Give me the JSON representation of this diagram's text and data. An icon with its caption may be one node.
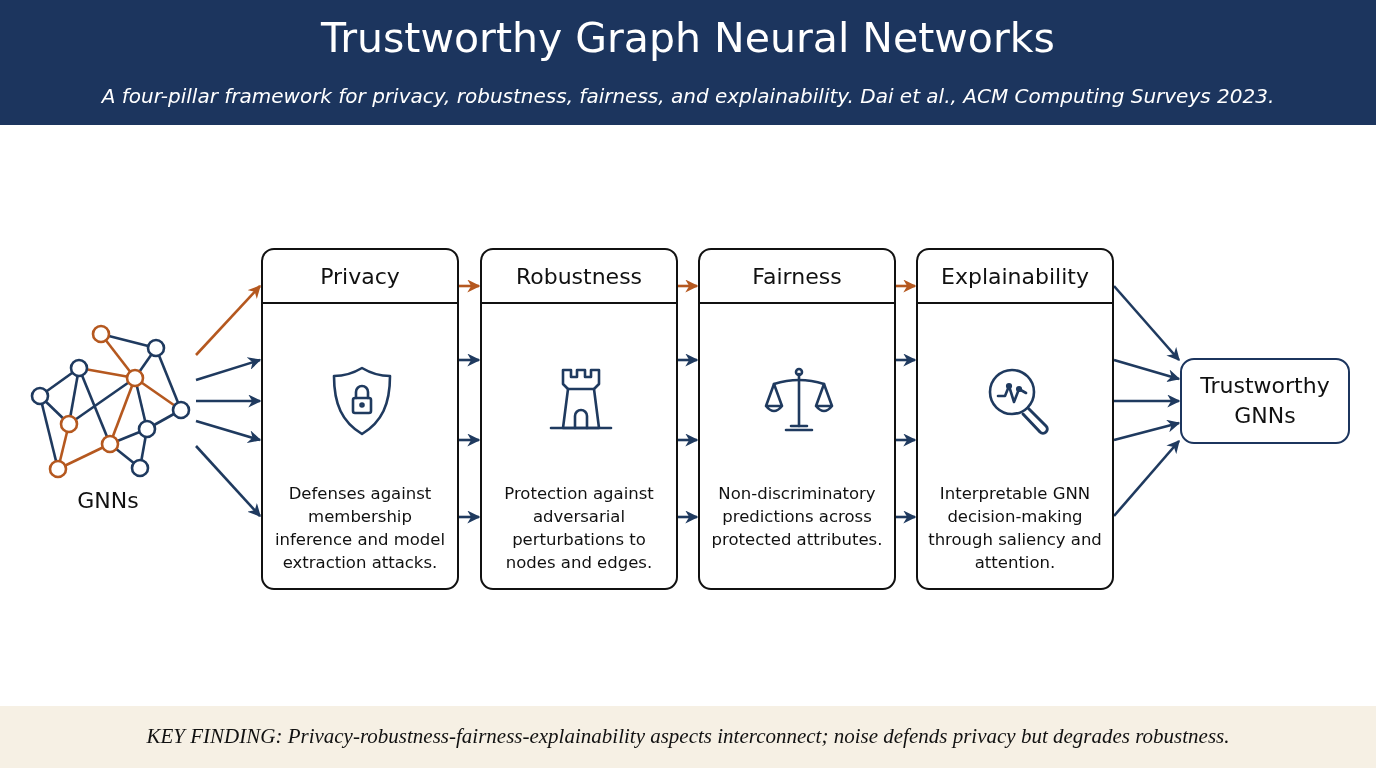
{
  "diagram": {
    "title": "Trustworthy Graph Neural Networks",
    "nodes": [
      {
        "text": [
          "GNNs"
        ]
      },
      {
        "text": [
          "Privacy",
          "Defenses against membership inference and model extraction attacks."
        ]
      },
      {
        "text": [
          "Robustness",
          "Protection against adversarial perturbations to nodes and edges."
        ]
      },
      {
        "text": [
          "Fairness",
          "Non-discriminatory predictions across protected attributes."
        ]
      },
      {
        "text": [
          "Explainability",
          "Interpretable GNN decision-making through saliency and attention."
        ]
      },
      {
        "text": [
          "Trustworthy GNNs"
        ]
      }
    ],
    "edges": [
      {
        "from": 0,
        "to": 1,
        "arrow": "to",
        "color": "#b5581f"
      },
      {
        "from": 0,
        "to": 1,
        "arrow": "to"
      },
      {
        "from": 0,
        "to": 1,
        "arrow": "to"
      },
      {
        "from": 0,
        "to": 1,
        "arrow": "to"
      },
      {
        "from": 0,
        "to": 1,
        "arrow": "to"
      },
      {
        "from": 1,
        "to": 2,
        "arrow": "to",
        "color": "#b5581f"
      },
      {
        "from": 1,
        "to": 2,
        "arrow": "to"
      },
      {
        "from": 1,
        "to": 2,
        "arrow": "to"
      },
      {
        "from": 1,
        "to": 2,
        "arrow": "to"
      },
      {
        "from": 2,
        "to": 3,
        "arrow": "to",
        "color": "#b5581f"
      },
      {
        "from": 2,
        "to": 3,
        "arrow": "to"
      },
      {
        "from": 2,
        "to": 3,
        "arrow": "to"
      },
      {
        "from": 2,
        "to": 3,
        "arrow": "to"
      },
      {
        "from": 3,
        "to": 4,
        "arrow": "to",
        "color": "#b5581f"
      },
      {
        "from": 3,
        "to": 4,
        "arrow": "to"
      },
      {
        "from": 3,
        "to": 4,
        "arrow": "to"
      },
      {
        "from": 3,
        "to": 4,
        "arrow": "to"
      },
      {
        "from": 4,
        "to": 5,
        "arrow": "to"
      },
      {
        "from": 4,
        "to": 5,
        "arrow": "to"
      },
      {
        "from": 4,
        "to": 5,
        "arrow": "to"
      },
      {
        "from": 4,
        "to": 5,
        "arrow": "to"
      },
      {
        "from": 4,
        "to": 5,
        "arrow": "to"
      }
    ],
    "labels": [
      "A four-pillar framework for privacy, robustness, fairness, and explainability. Dai et al., ACM Computing Surveys 2023.",
      "KEY FINDING: Privacy-robustness-fairness-explainability aspects interconnect; noise defends privacy but degrades robustness."
    ]
  }
}
